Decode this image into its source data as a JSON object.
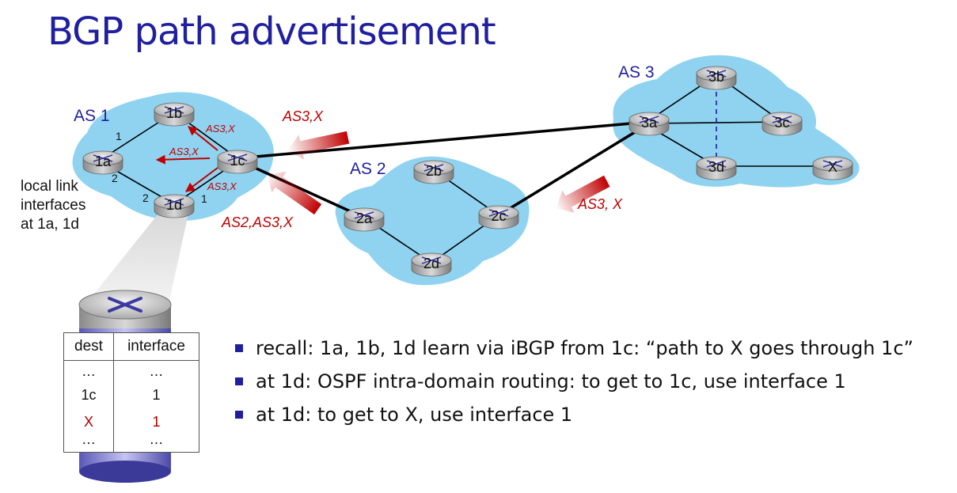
{
  "title": "BGP path advertisement",
  "as_labels": {
    "as1": "AS 1",
    "as2": "AS 2",
    "as3": "AS 3"
  },
  "routers": {
    "r1a": "1a",
    "r1b": "1b",
    "r1c": "1c",
    "r1d": "1d",
    "r2a": "2a",
    "r2b": "2b",
    "r2c": "2c",
    "r2d": "2d",
    "r3a": "3a",
    "r3b": "3b",
    "r3c": "3c",
    "r3d": "3d",
    "x": "X"
  },
  "advertisements": {
    "as3x_big": "AS3,X",
    "as2as3x": "AS2,AS3,X",
    "as3x_spaced": "AS3, X",
    "to_1b": "AS3,X",
    "to_1a": "AS3,X",
    "to_1d": "AS3,X"
  },
  "interface_labels": {
    "i1a_top": "1",
    "i1a_bottom": "2",
    "i1d_left": "2",
    "i1d_right": "1"
  },
  "note": [
    "local link",
    "interfaces",
    "at 1a, 1d"
  ],
  "forwarding_table": {
    "headers": [
      "dest",
      "interface"
    ],
    "rows": [
      [
        "…",
        "…"
      ],
      [
        "1c",
        "1"
      ],
      [
        "X",
        "1"
      ],
      [
        "…",
        "…"
      ]
    ]
  },
  "bullets": [
    "recall: 1a, 1b, 1d learn via iBGP from 1c: “path to X goes through 1c”",
    "at 1d: OSPF intra-domain routing: to get to 1c, use  interface 1",
    "at 1d: to get to X, use  interface 1"
  ],
  "colors": {
    "title": "#1f1fa0",
    "cloud": "#8fd3f0",
    "advert": "#c00000",
    "as_label": "#1f1fa0"
  }
}
